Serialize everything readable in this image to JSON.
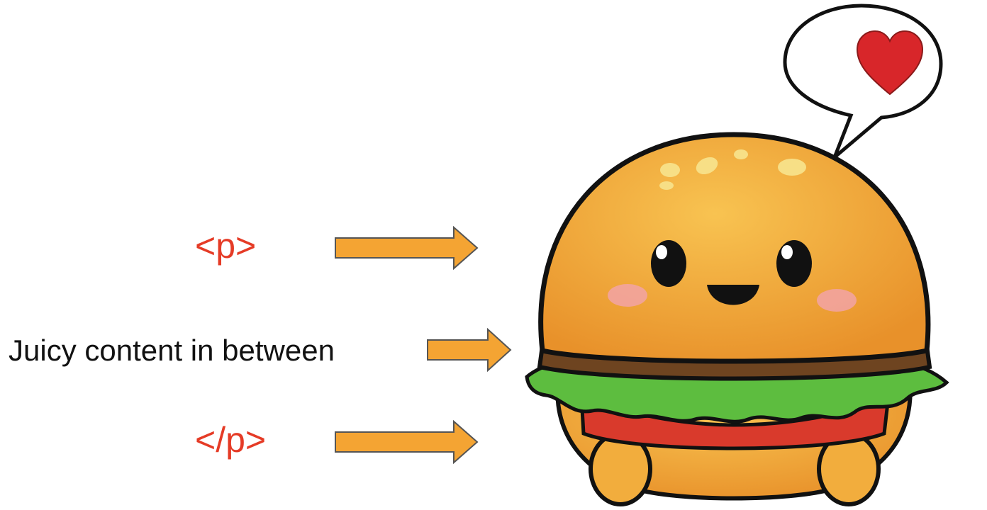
{
  "labels": {
    "open_tag": "<p>",
    "content": "Juicy content in between",
    "close_tag": "</p>"
  },
  "colors": {
    "tag_text": "#e53b26",
    "arrow_fill": "#f4a433",
    "arrow_stroke": "#555555",
    "bun": "#f0a83a",
    "patty": "#6e4420",
    "lettuce": "#5dbd3f",
    "tomato": "#d93a2c",
    "heart": "#d8262a"
  },
  "illustration": {
    "subject": "smiling-burger",
    "thought": "heart-icon"
  }
}
